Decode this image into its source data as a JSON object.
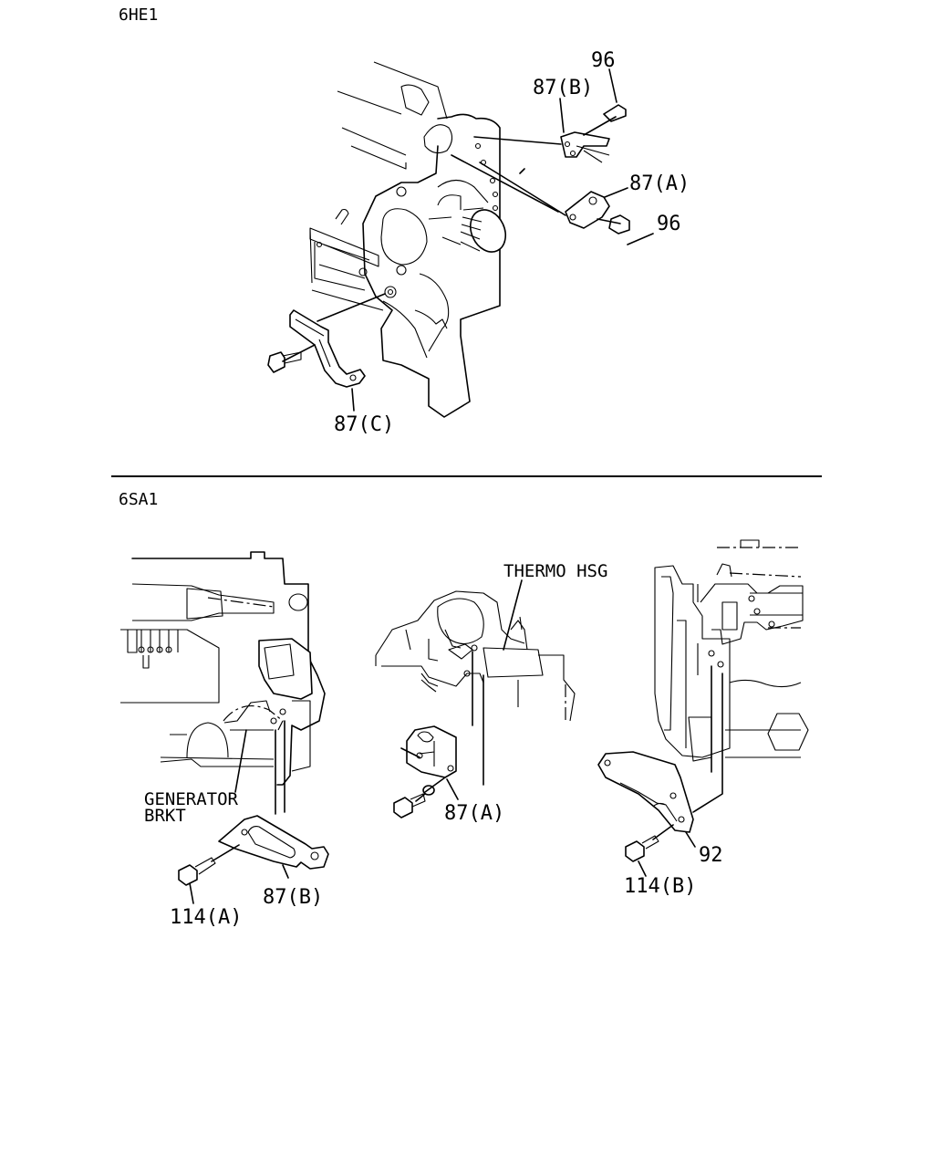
{
  "sections": {
    "top": "6HE1",
    "bottom": "6SA1"
  },
  "callouts_6he1": {
    "bolt_upper": "96",
    "bracket_b": "87(B)",
    "bracket_a": "87(A)",
    "bolt_lower": "96",
    "bracket_c": "87(C)"
  },
  "callouts_6sa1": {
    "generator_brkt_1": "GENERATOR",
    "generator_brkt_2": "BRKT",
    "bracket_b": "87(B)",
    "bolt_a": "114(A)",
    "thermo_hsg": "THERMO HSG",
    "bracket_a": "87(A)",
    "bracket_92": "92",
    "bolt_b": "114(B)"
  }
}
